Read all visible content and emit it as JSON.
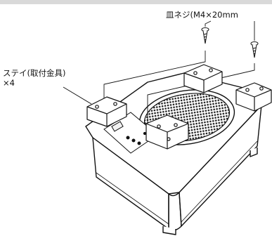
{
  "labels": {
    "screw": "皿ネジ(M4×20mm",
    "stay": "ステイ(取付金具)",
    "stay_count": "×4"
  },
  "colors": {
    "line": "#111111",
    "panel": "#ffffff",
    "shade": "#e6e6e6",
    "grille": "#222222",
    "topbar": "#d9d9d9"
  }
}
